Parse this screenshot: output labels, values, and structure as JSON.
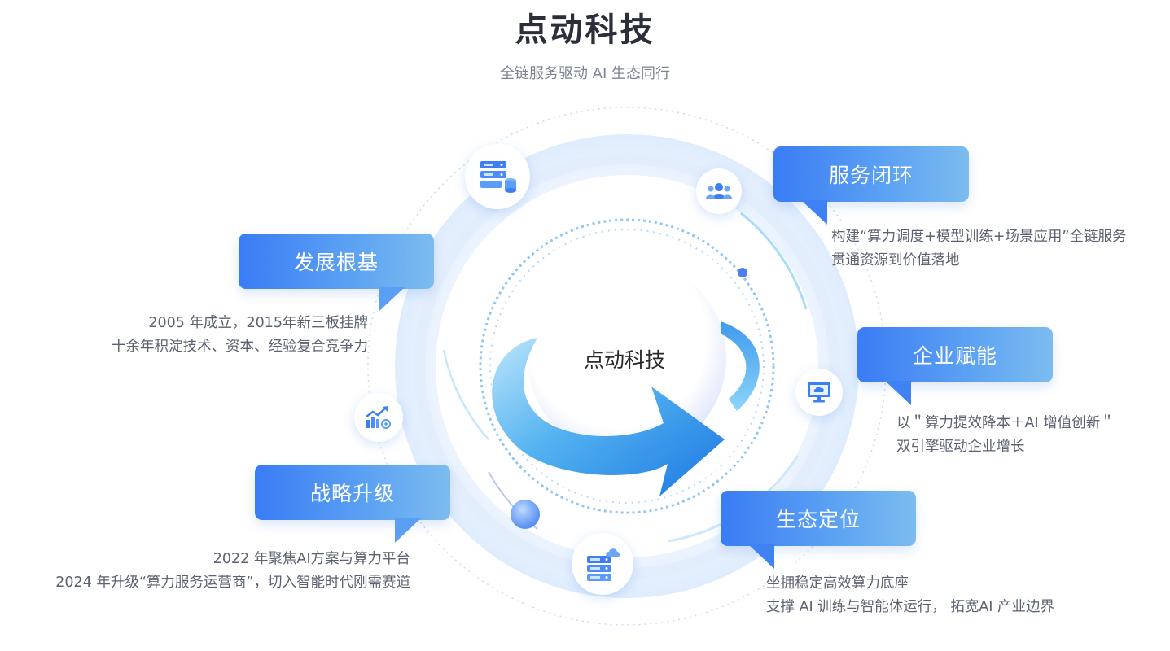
{
  "title": "点动科技",
  "subtitle": "全链服务驱动 AI 生态同行",
  "center": {
    "label": "点动科技"
  },
  "sections": [
    {
      "heading": "发展根基",
      "lines": [
        "2005 年成立，2015年新三板挂牌",
        "十余年积淀技术、资本、经验复合竞争力"
      ]
    },
    {
      "heading": "战略升级",
      "lines": [
        "2022 年聚焦AI方案与算力平台",
        "2024 年升级“算力服务运营商”，切入智能时代刚需赛道"
      ]
    },
    {
      "heading": "服务闭环",
      "lines": [
        "构建“算力调度+模型训练+场景应用”全链服务",
        "贯通资源到价值落地"
      ]
    },
    {
      "heading": "企业赋能",
      "lines": [
        "以＂算力提效降本＋AI 增值创新＂",
        "双引擎驱动企业增长"
      ]
    },
    {
      "heading": "生态定位",
      "lines": [
        "坐拥稳定高效算力底座",
        "支撑 AI 训练与智能体运行， 拓宽AI 产业边界"
      ]
    }
  ],
  "icons": {
    "top_left": "server-database-icon",
    "top_right": "team-users-icon",
    "left": "growth-chart-icon",
    "right": "cloud-monitor-icon",
    "bottom": "cloud-server-icon"
  },
  "colors": {
    "accent": "#3a7cf5",
    "accent_light": "#7cbcf0",
    "ring": "#bfe3f8"
  }
}
